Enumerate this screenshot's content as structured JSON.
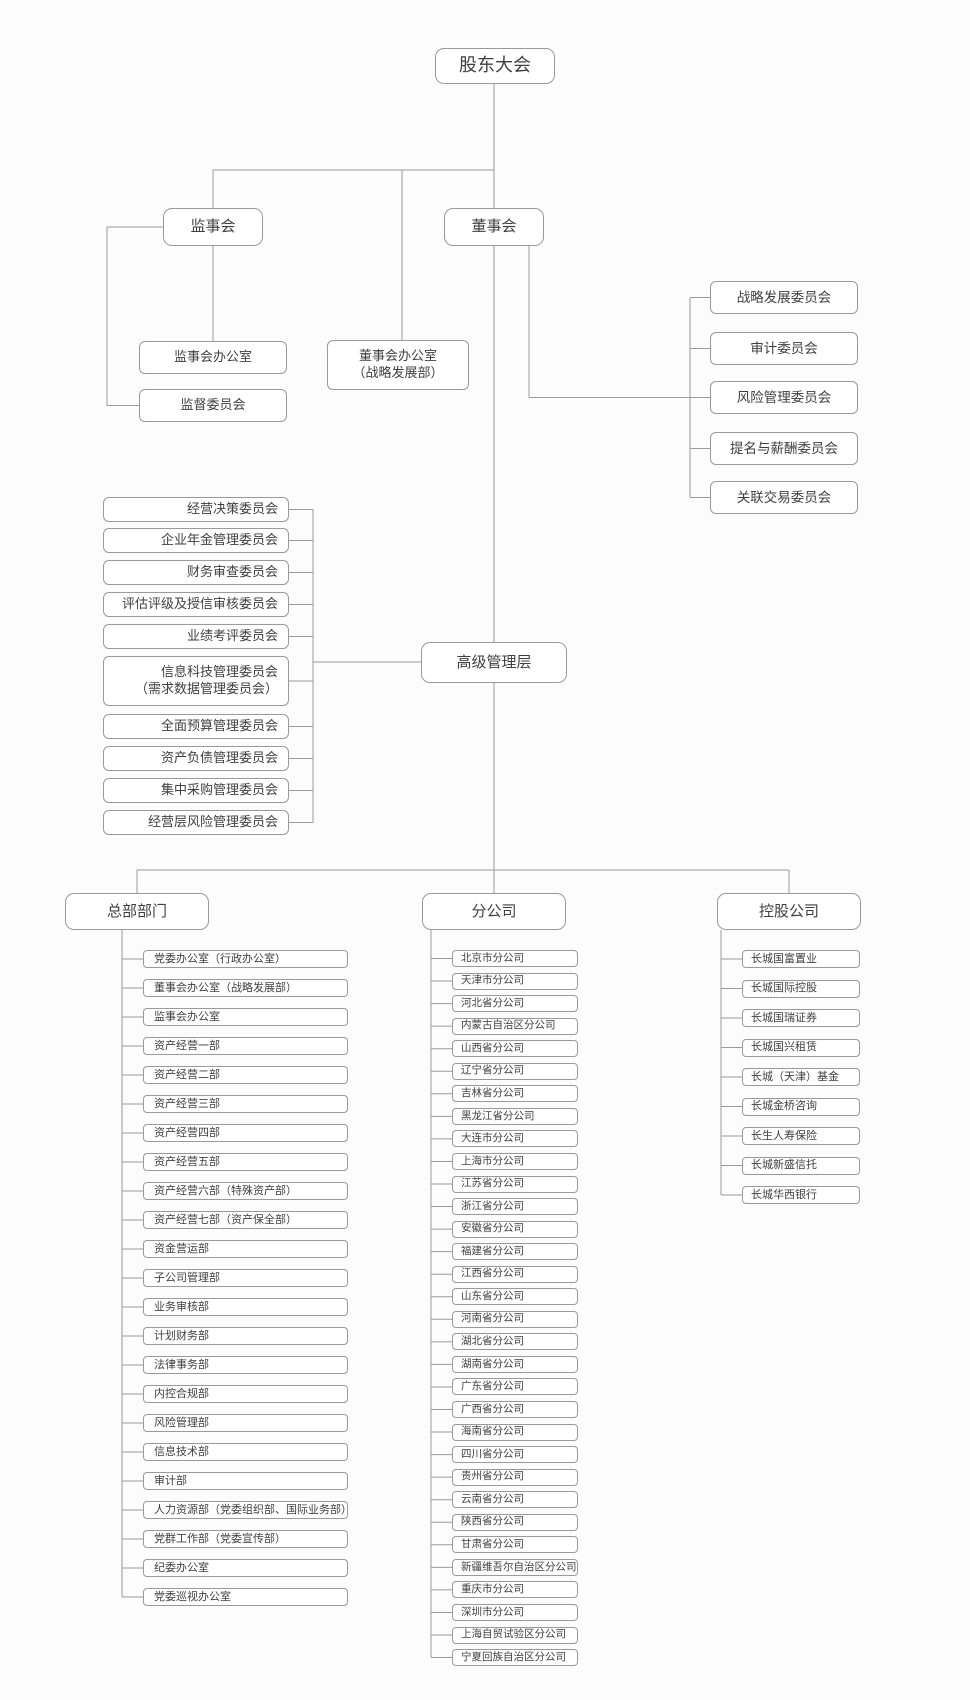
{
  "org": {
    "root": "股东大会",
    "supervisory_board": "监事会",
    "board_of_directors": "董事会",
    "supervisory_children": [
      "监事会办公室",
      "监督委员会"
    ],
    "board_office": {
      "line1": "董事会办公室",
      "line2": "（战略发展部）"
    },
    "board_committees": [
      "战略发展委员会",
      "审计委员会",
      "风险管理委员会",
      "提名与薪酬委员会",
      "关联交易委员会"
    ],
    "senior_management": "高级管理层",
    "management_committees": [
      "经营决策委员会",
      "企业年金管理委员会",
      "财务审查委员会",
      "评估评级及授信审核委员会",
      "业绩考评委员会",
      {
        "line1": "信息科技管理委员会",
        "line2": "（需求数据管理委员会）"
      },
      "全面预算管理委员会",
      "资产负债管理委员会",
      "集中采购管理委员会",
      "经营层风险管理委员会"
    ],
    "branches": {
      "hq": {
        "label": "总部部门",
        "items": [
          "党委办公室（行政办公室）",
          "董事会办公室（战略发展部）",
          "监事会办公室",
          "资产经营一部",
          "资产经营二部",
          "资产经营三部",
          "资产经营四部",
          "资产经营五部",
          "资产经营六部（特殊资产部）",
          "资产经营七部（资产保全部）",
          "资金营运部",
          "子公司管理部",
          "业务审核部",
          "计划财务部",
          "法律事务部",
          "内控合规部",
          "风险管理部",
          "信息技术部",
          "审计部",
          "人力资源部（党委组织部、国际业务部）",
          "党群工作部（党委宣传部）",
          "纪委办公室",
          "党委巡视办公室"
        ]
      },
      "regional": {
        "label": "分公司",
        "items": [
          "北京市分公司",
          "天津市分公司",
          "河北省分公司",
          "内蒙古自治区分公司",
          "山西省分公司",
          "辽宁省分公司",
          "吉林省分公司",
          "黑龙江省分公司",
          "大连市分公司",
          "上海市分公司",
          "江苏省分公司",
          "浙江省分公司",
          "安徽省分公司",
          "福建省分公司",
          "江西省分公司",
          "山东省分公司",
          "河南省分公司",
          "湖北省分公司",
          "湖南省分公司",
          "广东省分公司",
          "广西省分公司",
          "海南省分公司",
          "四川省分公司",
          "贵州省分公司",
          "云南省分公司",
          "陕西省分公司",
          "甘肃省分公司",
          "新疆维吾尔自治区分公司",
          "重庆市分公司",
          "深圳市分公司",
          "上海自贸试验区分公司",
          "宁夏回族自治区分公司"
        ]
      },
      "holdings": {
        "label": "控股公司",
        "items": [
          "长城国富置业",
          "长城国际控股",
          "长城国瑞证券",
          "长城国兴租赁",
          "长城（天津）基金",
          "长城金桥咨询",
          "长生人寿保险",
          "长城新盛信托",
          "长城华西银行"
        ]
      }
    },
    "colors": {
      "border": "#9a9a9a",
      "line": "#9a9a9a",
      "text": "#3f3f3f",
      "background": "#fcfcfc",
      "box_fill": "#ffffff"
    }
  }
}
